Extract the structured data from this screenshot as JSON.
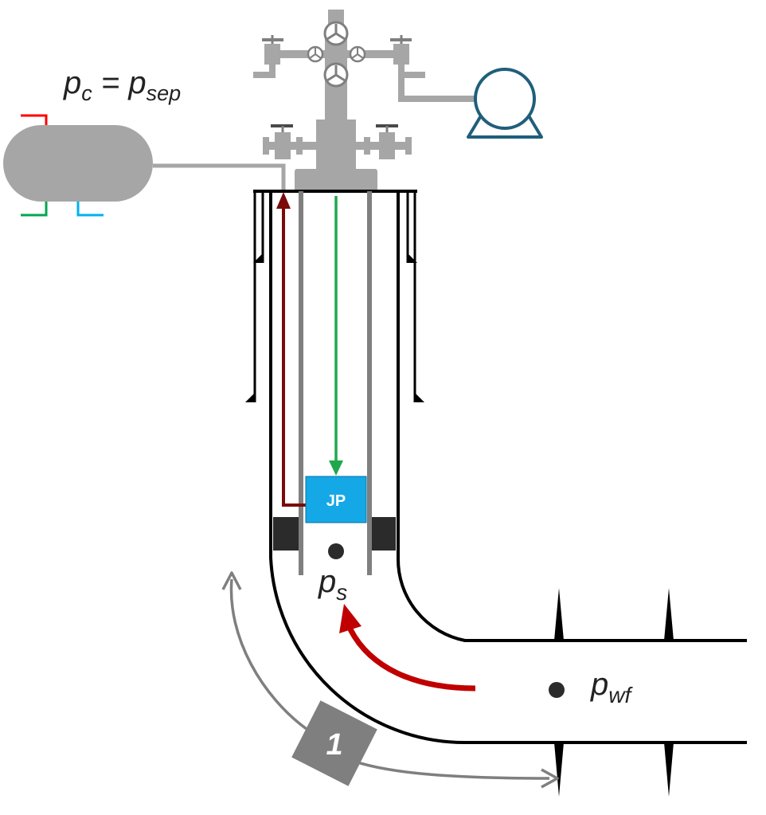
{
  "labels": {
    "casing_pressure": {
      "main": "p",
      "sub_c": "c",
      "equals": " = ",
      "main2": "p",
      "sub_sep": "sep"
    },
    "suction_pressure": {
      "main": "p",
      "sub": "s"
    },
    "bottomhole_pressure": {
      "main": "p",
      "sub": "wf"
    },
    "jet_pump": "JP",
    "step_number": "1"
  },
  "colors": {
    "equipment_gray": "#a6a6a6",
    "dark_gray": "#7f7f7f",
    "casing_black": "#000000",
    "return_flow": "#7b0a0a",
    "power_fluid": "#1fa84b",
    "reservoir_inflow": "#c00000",
    "jet_pump_fill": "#14a8e6",
    "pump_outline": "#1f5f7a",
    "separator_red": "#ff0000",
    "separator_green": "#00a650",
    "separator_blue": "#00b0f0",
    "packer": "#2b2b2b"
  },
  "icons": {
    "separator": "horizontal-separator-vessel-icon",
    "pump": "surface-power-pump-icon",
    "wellhead": "christmas-tree-wellhead-icon"
  }
}
